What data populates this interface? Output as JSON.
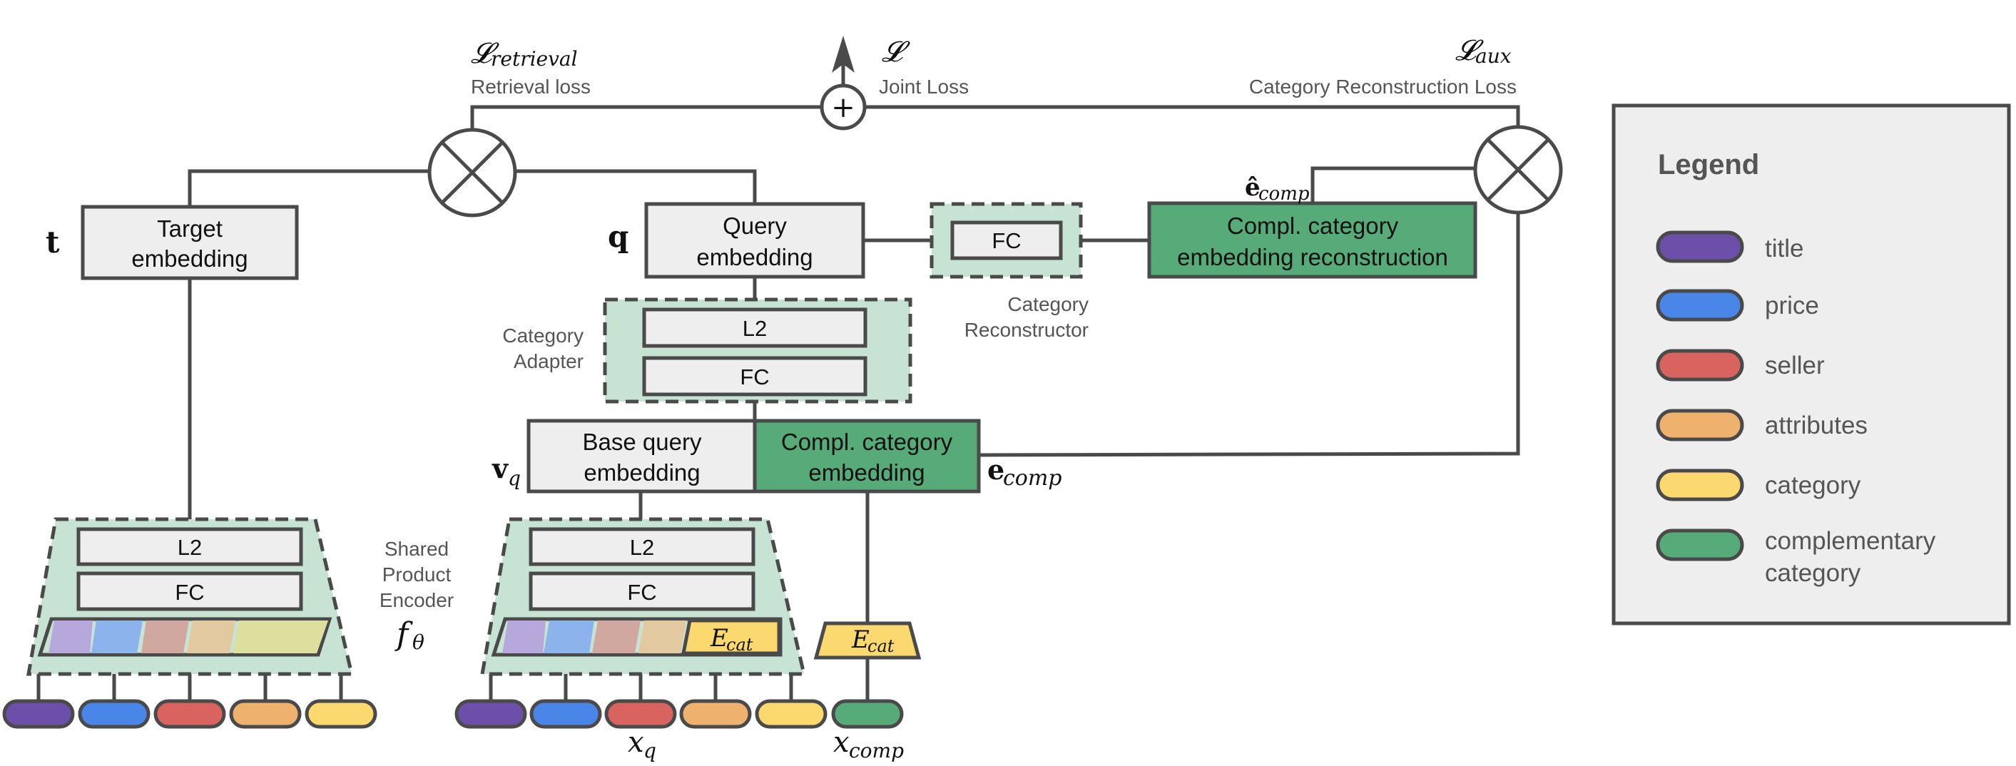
{
  "colors": {
    "title": "#6b4fa8",
    "price": "#4a86e8",
    "seller": "#d9635f",
    "attributes": "#efb26e",
    "category": "#fbd96e",
    "complementary_category": "#56ab78",
    "adapter_bg": "#c7e3d3",
    "box_gray": "#eeeeee",
    "stroke": "#4a4a4a"
  },
  "losses": {
    "retrieval_symbol": "𝓛",
    "retrieval_sub": "retrieval",
    "retrieval_label": "Retrieval loss",
    "joint_symbol": "𝓛",
    "joint_label": "Joint Loss",
    "aux_symbol": "𝓛",
    "aux_sub": "aux",
    "aux_label": "Category Reconstruction Loss",
    "plus": "+"
  },
  "target": {
    "symbol": "t",
    "label_line1": "Target",
    "label_line2": "embedding"
  },
  "query": {
    "symbol": "q",
    "label_line1": "Query",
    "label_line2": "embedding"
  },
  "reconstructor": {
    "fc": "FC",
    "label_line1": "Category",
    "label_line2": "Reconstructor"
  },
  "compl_reconstruction": {
    "label_line1": "Compl. category",
    "label_line2": "embedding reconstruction",
    "hat_symbol": "ê",
    "hat_sub": "comp"
  },
  "adapter": {
    "l2": "L2",
    "fc": "FC",
    "label_line1": "Category",
    "label_line2": "Adapter"
  },
  "base_query": {
    "label_line1": "Base query",
    "label_line2": "embedding",
    "symbol": "v",
    "sub": "q"
  },
  "compl_embedding": {
    "label_line1": "Compl. category",
    "label_line2": "embedding",
    "symbol": "e",
    "sub": "comp"
  },
  "encoder": {
    "l2": "L2",
    "fc": "FC",
    "label_line1": "Shared",
    "label_line2": "Product",
    "label_line3": "Encoder",
    "symbol": "f",
    "sub": "θ"
  },
  "ecat": {
    "symbol": "E",
    "sub": "cat"
  },
  "inputs": {
    "xq_symbol": "x",
    "xq_sub": "q",
    "xcomp_symbol": "x",
    "xcomp_sub": "comp"
  },
  "legend": {
    "title": "Legend",
    "items": [
      {
        "label": "title",
        "color": "#6b4fa8"
      },
      {
        "label": "price",
        "color": "#4a86e8"
      },
      {
        "label": "seller",
        "color": "#d9635f"
      },
      {
        "label": "attributes",
        "color": "#efb26e"
      },
      {
        "label": "category",
        "color": "#fbd96e"
      },
      {
        "label": "complementary",
        "label2": "category",
        "color": "#56ab78"
      }
    ]
  }
}
